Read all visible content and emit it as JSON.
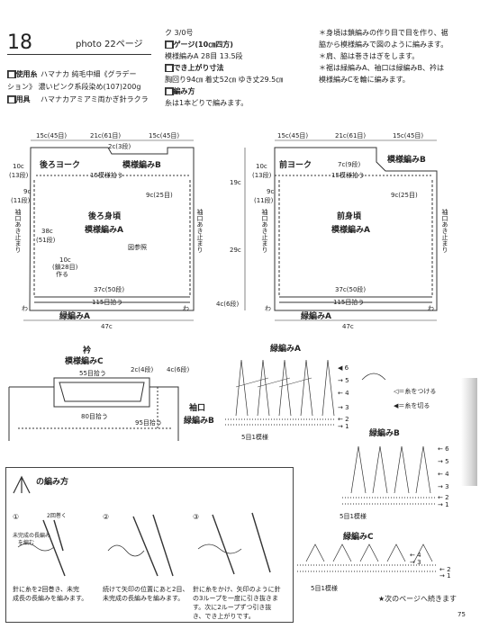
{
  "header": {
    "number": "18",
    "photo_ref": "photo  22ページ"
  },
  "materials": {
    "yarn_label": "使用糸",
    "yarn_text_1": "ハマナカ  純毛中細《グラデー",
    "yarn_text_2": "ション》 濃いピンク系段染め(107)200g",
    "tools_label": "用具",
    "tools_text": "ハマナカアミアミ両かぎ針ラクラ"
  },
  "specs": {
    "hook_cont": "ク 3/0号",
    "gauge_label": "ゲージ(10㎝四方)",
    "gauge_value": "模様編みA  28目 13.5段",
    "finished_label": "でき上がり寸法",
    "finished_value": "胸回り94㎝  着丈52㎝  ゆき丈29.5㎝",
    "method_label": "編み方",
    "method_value": "糸は1本どりで編みます。"
  },
  "notes": [
    "＊身頃は鎖編みの作り目で目を作り、裾",
    "脇から模様編みで図のように編みます。",
    "＊肩、脇は巻きはぎをします。",
    "＊裾は緑編みA、袖口は緑編みB、衿は",
    "模様編みCを輪に編みます。"
  ],
  "back": {
    "top_dims": [
      "15c(45目)",
      "21c(61目)",
      "15c(45目)"
    ],
    "neck_depth": "2c(3段)",
    "yoke": "後ろヨーク",
    "pattern_b": "模様編みB",
    "shoulder_left": "10c",
    "shoulder_left2": "(13段)",
    "pickup": "15模様拾う",
    "side_left": "9c",
    "side_left2": "(11段)",
    "side_right": "9c(25目)",
    "title": "後ろ身頃",
    "pattern": "模様編みA",
    "height": "38c",
    "height2": "(51段)",
    "ref": "図参照",
    "start1": "10c",
    "start2": "(鎖28目)",
    "start3": "作る",
    "bottom_stitches": "37c(50段)",
    "bottom_pick": "115目拾う",
    "hem": "緑編みA",
    "width": "47c",
    "armhole": "袖口あき止まり",
    "side_mark": "わ"
  },
  "front": {
    "top_dims": [
      "15c(45目)",
      "21c(61目)",
      "15c(45目)"
    ],
    "neck_depth": "7c(9段)",
    "yoke": "前ヨーク",
    "pattern_b": "模様編みB",
    "shoulder_left": "10c",
    "shoulder_left2": "(13段)",
    "pickup": "15模様拾う",
    "side_left": "9c",
    "side_left2": "(11段)",
    "side_right": "9c(25目)",
    "title": "前身頃",
    "pattern": "模様編みA",
    "bottom_stitches": "37c(50段)",
    "bottom_pick": "115目拾う",
    "hem": "緑編みA",
    "width": "47c",
    "height_total": "29c",
    "height_yoke": "19c",
    "hem_h": "4c(6段)",
    "armhole": "袖口あき止まり",
    "side_mark": "わ"
  },
  "collar": {
    "title": "衿",
    "pattern": "模様編みC",
    "pick": "55目拾う",
    "depth": "2c(4段)",
    "bottom_pick": "80目拾う"
  },
  "cuff": {
    "depth": "4c(6段)",
    "title": "袖口",
    "pattern": "緑編みB",
    "pick": "95目拾う"
  },
  "edge_a": {
    "title": "緑編みA",
    "rows": [
      "6",
      "5",
      "4",
      "3",
      "2",
      "1"
    ],
    "repeat": "5目1模様",
    "legend_join": "＝糸をつける",
    "legend_cut": "＝糸を切る"
  },
  "edge_b": {
    "title": "緑編みB",
    "rows": [
      "6",
      "5",
      "4",
      "3",
      "2",
      "1"
    ],
    "repeat": "5目1模様"
  },
  "edge_c": {
    "title": "緑編みC",
    "rows": [
      "4",
      "3",
      "2",
      "1"
    ],
    "repeat": "5目1模様"
  },
  "howto": {
    "title": "の編み方",
    "steps": [
      "①",
      "②",
      "③"
    ],
    "label_wrap": "2回巻く",
    "label_unfinished": "未完成の長編み",
    "label_unfinished2": "を編む",
    "cap1_1": "針に糸を2回巻き、未完",
    "cap1_2": "成長の長編みを編みます。",
    "cap2_1": "続けて矢印の位置にあと2目、",
    "cap2_2": "未完成の長編みを編みます。",
    "cap3_1": "針に糸をかけ、矢印のように針",
    "cap3_2": "の3ループを一度に引き抜きま",
    "cap3_3": "す。次に2ループずつ引き抜",
    "cap3_4": "き、でき上がりです。"
  },
  "footer": {
    "continue": "★次のページへ続きます",
    "page": "75"
  }
}
